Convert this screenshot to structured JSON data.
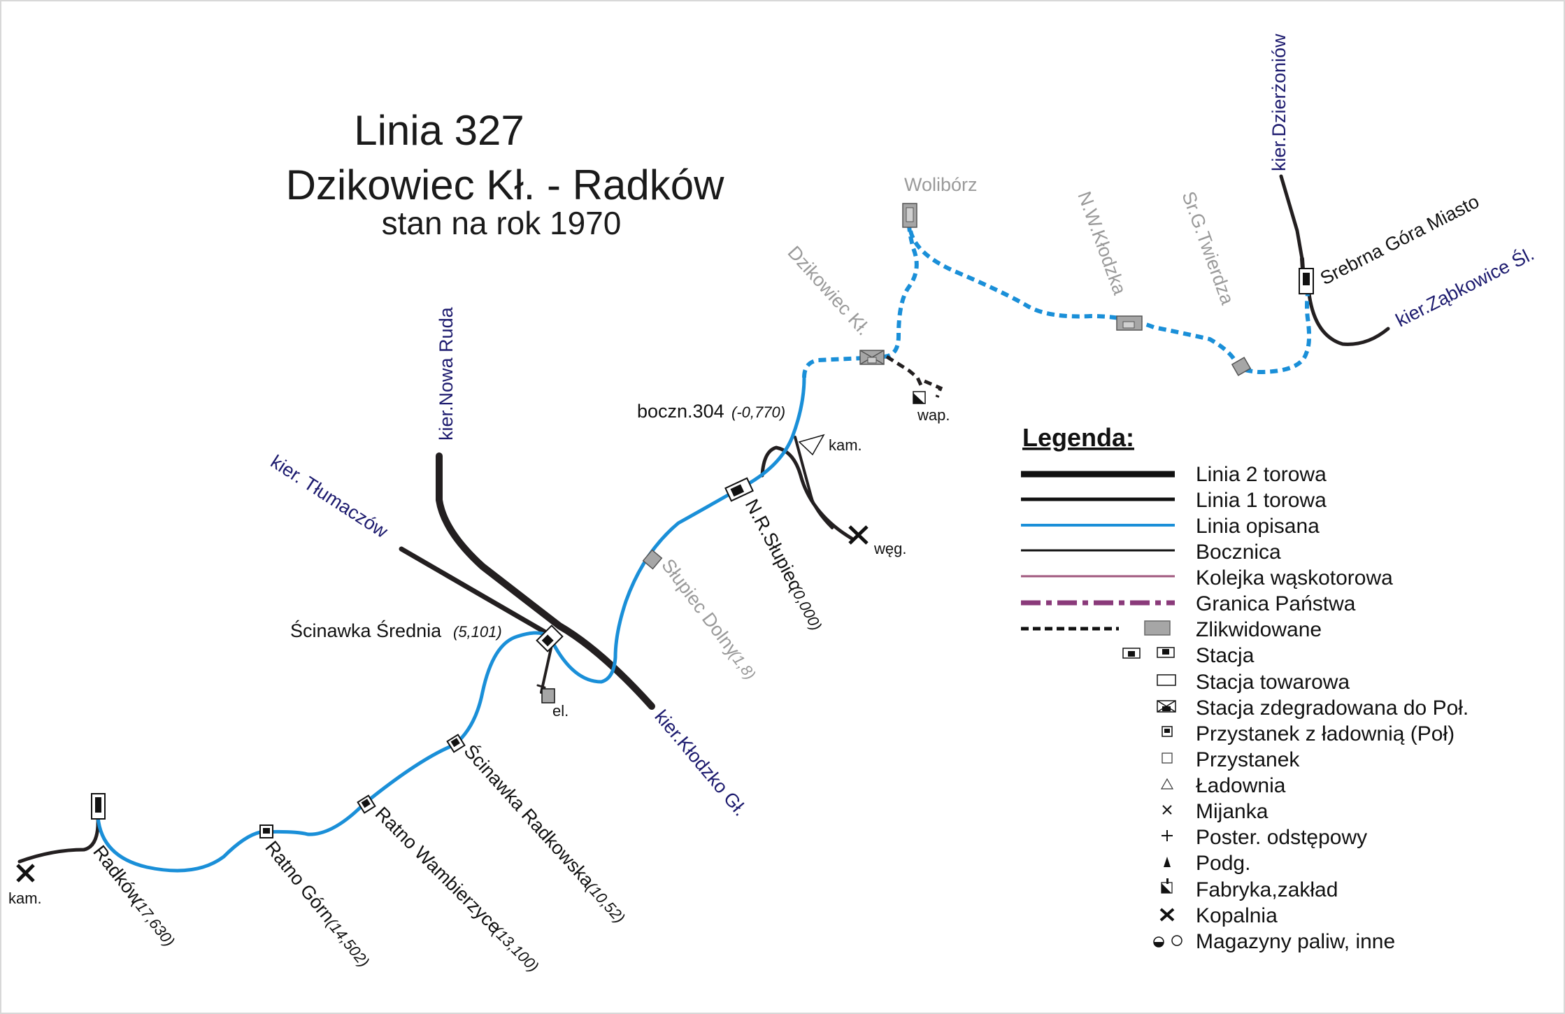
{
  "title": {
    "line1": "Linia 327",
    "line2": "Dzikowiec Kł. - Radków",
    "line3": "stan na rok 1970"
  },
  "directions": {
    "nowa_ruda": "kier.Nowa Ruda",
    "tlumaczow": "kier. Tłumaczów",
    "klodzko": "kier.Kłodzko Gł.",
    "dzierzoniow": "kier.Dzierżoniów",
    "zabkowice": "kier.Ząbkowice Śl."
  },
  "stations": {
    "woliborz": "Wolibórz",
    "nw_klodzka": "N.W.Kłodzka",
    "sr_g_twierdza": "Sr.G.Twierdza",
    "srebrna_gora": "Srebrna Góra Miasto",
    "dzikowiec": "Dzikowiec Kł.",
    "boczn_label": "boczn.304",
    "boczn_km": "(-0,770)",
    "nr_slupiec": "N.R.Słupiec",
    "nr_slupiec_km": "(0,000)",
    "slupiec_dolny": "Słupiec Dolny",
    "slupiec_dolny_km": "(1,8)",
    "scinawka_srednia": "Ścinawka Średnia",
    "scinawka_srednia_km": "(5,101)",
    "scinawka_radkowska": "Ścinawka Radkowska",
    "scinawka_radkowska_km": "(10,52)",
    "ratno_wambierzyce": "Ratno Wambierzyce",
    "ratno_wambierzyce_km": "(13,100)",
    "ratno_gorn": "Ratno Górn",
    "ratno_gorn_km": "(14,502)",
    "radkow": "Radków",
    "radkow_km": "(17,630)"
  },
  "sidings": {
    "wap": "wap.",
    "kam_upper": "kam.",
    "weg": "węg.",
    "el": "el.",
    "kam_lower": "kam."
  },
  "legend": {
    "heading": "Legenda:",
    "items": [
      "Linia 2 torowa",
      "Linia 1 torowa",
      "Linia opisana",
      "Bocznica",
      "Kolejka wąskotorowa",
      "Granica Państwa",
      "Zlikwidowane",
      "Stacja",
      "Stacja towarowa",
      "Stacja zdegradowana do Poł.",
      "Przystanek z ładownią (Poł)",
      "Przystanek",
      "Ładownia",
      "Mijanka",
      "Poster. odstępowy",
      "Podg.",
      "Fabryka,zakład",
      "Kopalnia",
      "Magazyny paliw, inne"
    ]
  },
  "colors": {
    "described_line": "#1a8fd8",
    "track": "#231f20",
    "narrow_gauge": "#a0587e",
    "border": "#8a3a7a",
    "liquidated": "#a6a6a6",
    "direction_text": "#1c1a6e",
    "liquidated_text": "#9a9a9a"
  }
}
